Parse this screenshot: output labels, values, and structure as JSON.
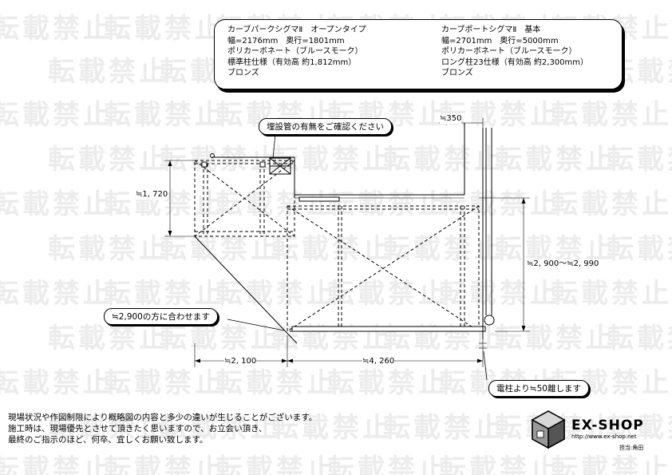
{
  "watermark": {
    "text": "転載禁止"
  },
  "spec": {
    "left": [
      "カーブパークシグマⅡ　オープンタイプ",
      "幅=2176mm　奥行=1801mm",
      "ポリカーボネート（ブルースモーク）",
      "標準柱仕様（有効高 約1,812mm）",
      "ブロンズ"
    ],
    "right": [
      "カーブポートシグマⅡ　基本",
      "幅=2701mm　奥行=5000mm",
      "ポリカーボネート（ブルースモーク）",
      "ロング柱23仕様（有効高 約2,300mm）",
      "ブロンズ"
    ]
  },
  "callouts": {
    "pipe": "埋設管の有無をご確認ください",
    "match": "≒2,900の方に合わせます",
    "pole": "電柱より≒50離します"
  },
  "dimensions": {
    "d350": "≒350",
    "d1720": "≒1, 720",
    "d2900": "≒2, 900～≒2, 990",
    "d2100": "≒2, 100",
    "d4260": "≒4, 260"
  },
  "note": [
    "現場状況や作図制限により概略図の内容と多少の違いが生じることがございます。",
    "施工時は、現場優先とさせて頂きたく思いますので、お立会い頂き、",
    "最終のご指示のほど、何卒、宜しくお願い致します。"
  ],
  "logo": {
    "name": "EX-SHOP",
    "url": "http://www.ex-shop.net",
    "staff": "担当:角田"
  }
}
